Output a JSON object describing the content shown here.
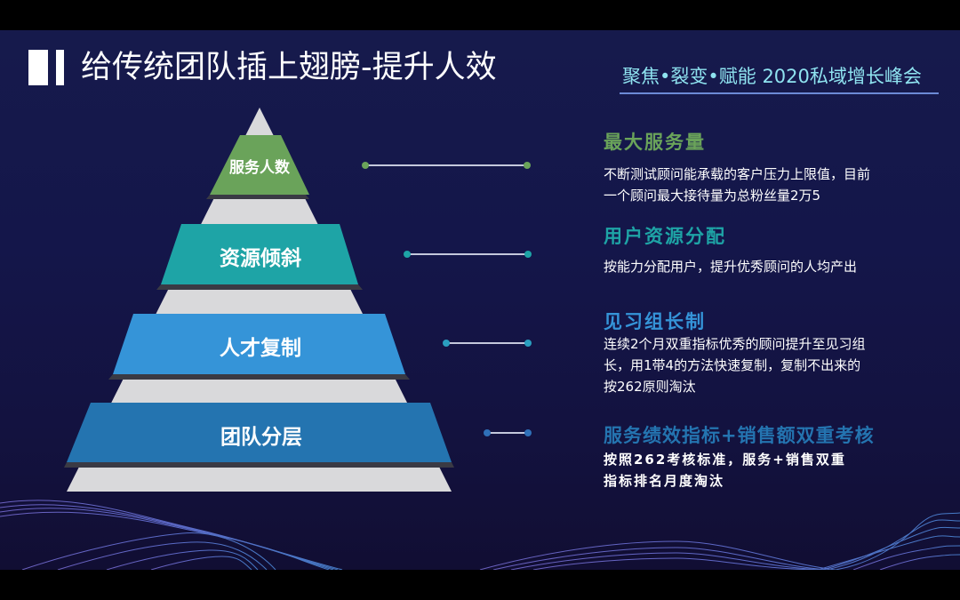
{
  "slide": {
    "title": "给传统团队插上翅膀-提升人效",
    "event_tag": "聚焦•裂变•赋能  2020私域增长峰会"
  },
  "pyramid": {
    "bands": [
      {
        "label": "服务人数",
        "color": "#6aa35a"
      },
      {
        "label": "资源倾斜",
        "color": "#1ea4a6"
      },
      {
        "label": "人才复制",
        "color": "#3594d8"
      },
      {
        "label": "团队分层",
        "color": "#2474b0"
      }
    ],
    "base_color": "#d9d9db"
  },
  "sections": [
    {
      "title": "最大服务量",
      "title_color": "#6aa35a",
      "lines": [
        "不断测试顾问能承载的客户压力上限值，目前",
        "一个顾问最大接待量为总粉丝量2万5"
      ]
    },
    {
      "title": "用户资源分配",
      "title_color": "#1ea4a6",
      "lines": [
        "按能力分配用户，提升优秀顾问的人均产出"
      ]
    },
    {
      "title": "见习组长制",
      "title_color": "#3594d8",
      "lines": [
        "连续2个月双重指标优秀的顾问提升至见习组",
        "长，用1带4的方法快速复制，复制不出来的",
        "按262原则淘汰"
      ]
    },
    {
      "title": "服务绩效指标+销售额双重考核",
      "title_color": "#2474b0",
      "lines": [
        "按照262考核标准，服务+销售双重",
        "指标排名月度淘汰"
      ]
    }
  ],
  "connector_line_color": "#c4c8dc"
}
